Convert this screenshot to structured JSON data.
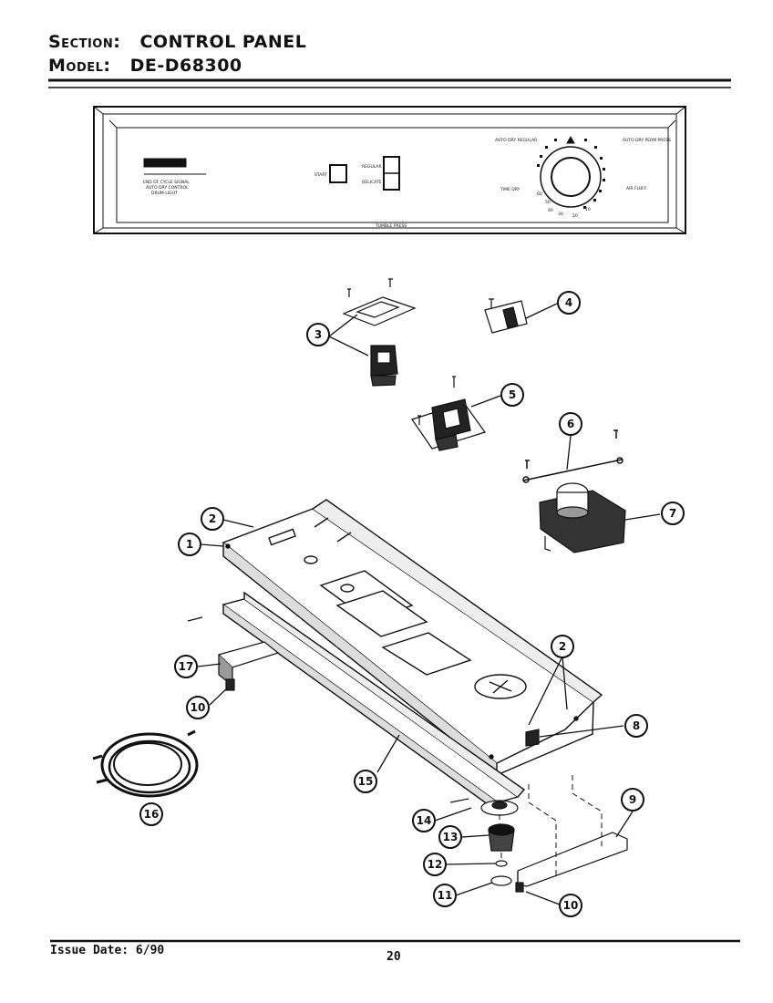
{
  "header": {
    "section_key": "Section:",
    "section_value": "CONTROL PANEL",
    "model_key": "Model:",
    "model_value": "DE-D68300"
  },
  "panel": {
    "start_label": "START",
    "button_label_1": "REGULAR",
    "button_label_2": "DELICATE",
    "left_text_1": "END OF CYCLE SIGNAL",
    "left_text_2": "AUTO DRY CONTROL",
    "left_text_3": "DRUM LIGHT",
    "bottom_label": "TUMBLE PRESS",
    "timer_label_auto": "AUTO DRY REGULAR",
    "timer_label_perm": "AUTO DRY PERM PRESS",
    "timer_label_time": "TIME DRY",
    "timer_label_air": "AIR FLUFF",
    "dial_numbers": [
      "60",
      "50",
      "40",
      "30",
      "20",
      "10"
    ]
  },
  "callouts": [
    "1",
    "2",
    "2",
    "3",
    "4",
    "5",
    "6",
    "7",
    "8",
    "9",
    "10",
    "10",
    "11",
    "12",
    "13",
    "14",
    "15",
    "16",
    "17"
  ],
  "footer": {
    "issue_date": "Issue Date: 6/90",
    "page_number": "20"
  }
}
